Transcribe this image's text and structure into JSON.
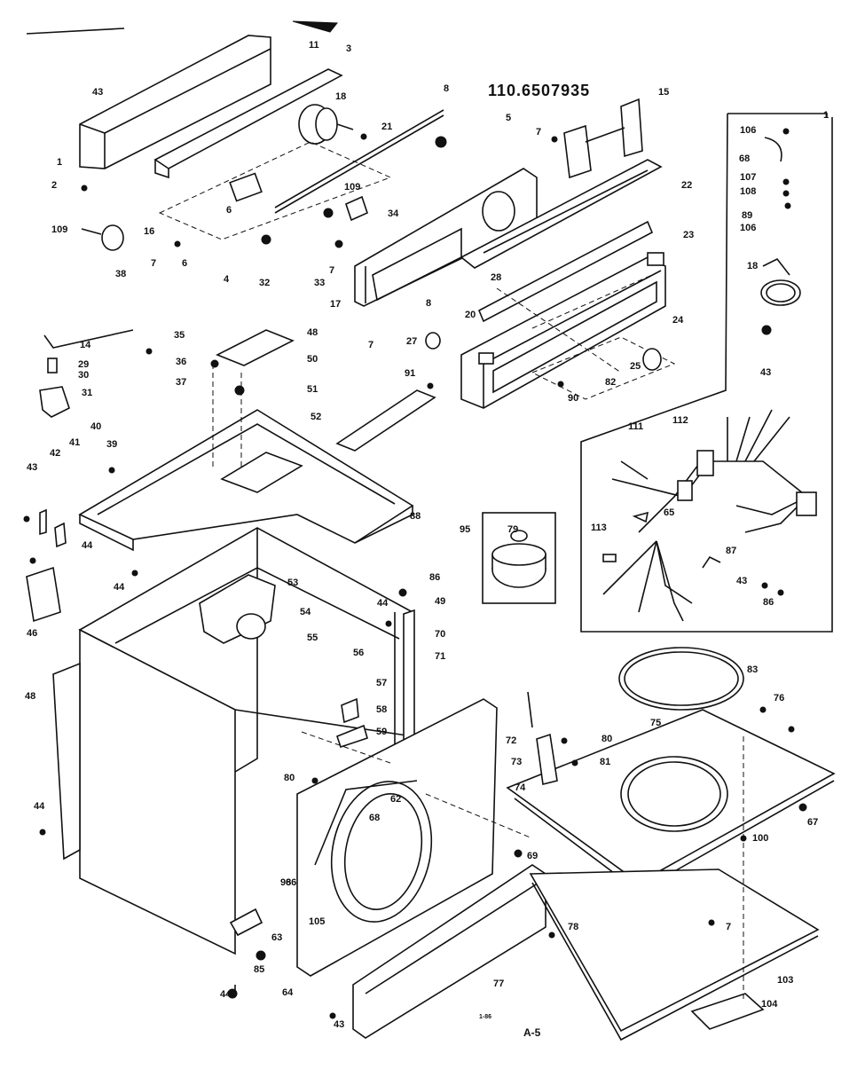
{
  "model_number": "110.6507935",
  "page_ref": "A-5",
  "footer_code": "1-86",
  "part_labels": [
    "1",
    "2",
    "3",
    "4",
    "5",
    "6",
    "7",
    "8",
    "11",
    "14",
    "15",
    "16",
    "17",
    "18",
    "20",
    "21",
    "22",
    "23",
    "24",
    "25",
    "27",
    "28",
    "29",
    "30",
    "31",
    "32",
    "33",
    "34",
    "35",
    "36",
    "37",
    "38",
    "39",
    "40",
    "41",
    "42",
    "43",
    "44",
    "46",
    "48",
    "49",
    "50",
    "51",
    "52",
    "53",
    "54",
    "55",
    "56",
    "57",
    "58",
    "59",
    "62",
    "63",
    "64",
    "65",
    "66",
    "67",
    "68",
    "69",
    "70",
    "71",
    "72",
    "73",
    "74",
    "75",
    "76",
    "77",
    "78",
    "79",
    "80",
    "81",
    "82",
    "83",
    "85",
    "86",
    "87",
    "88",
    "89",
    "90",
    "91",
    "94",
    "95",
    "98",
    "100",
    "103",
    "104",
    "105",
    "106",
    "107",
    "108",
    "109",
    "111",
    "112",
    "113"
  ],
  "icon": "parts-diagram-icon"
}
